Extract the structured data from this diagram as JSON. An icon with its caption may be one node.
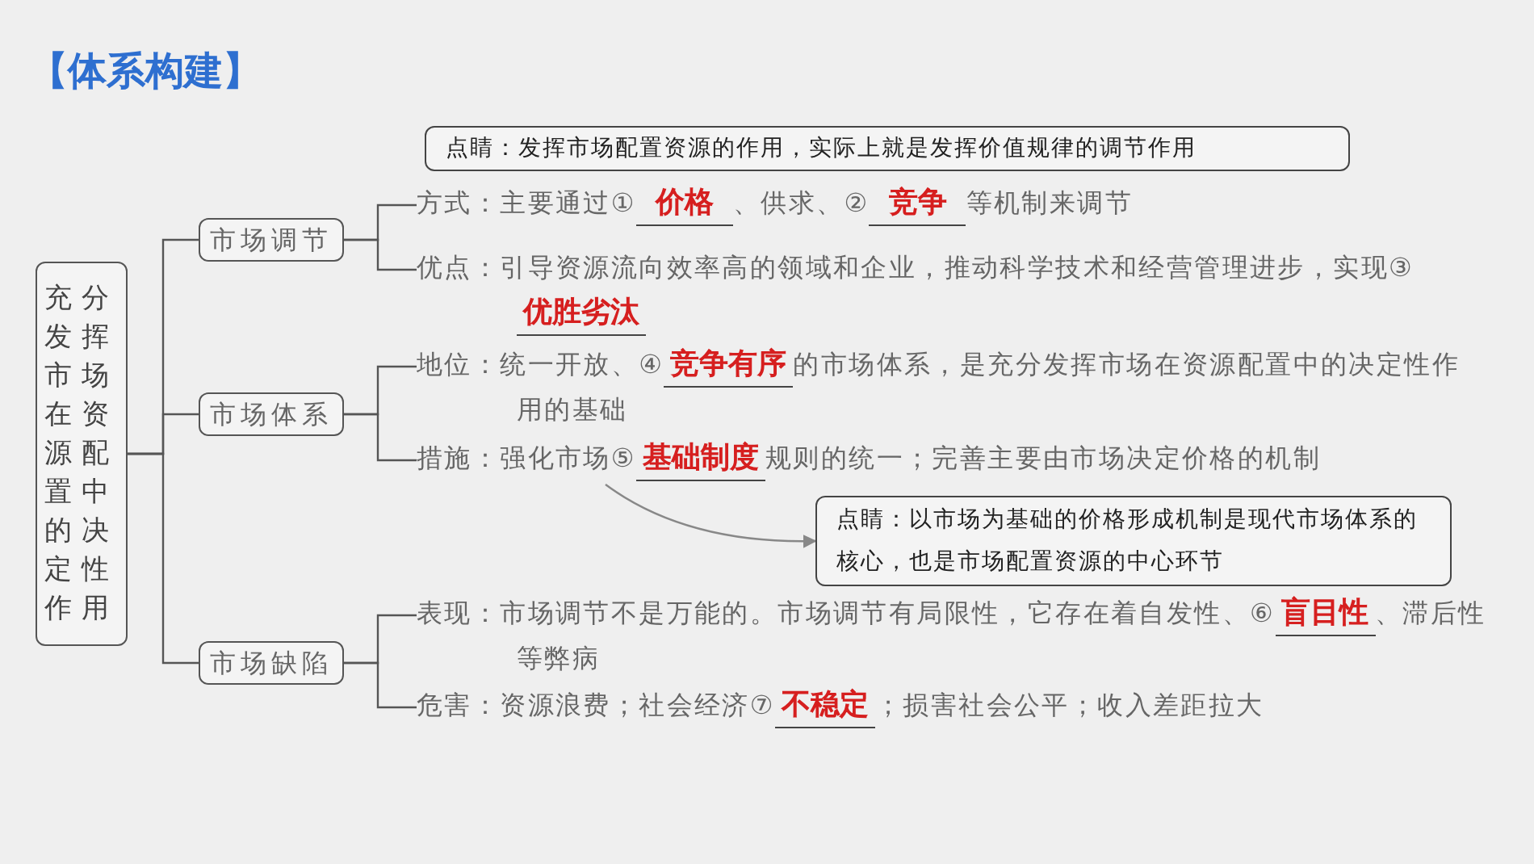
{
  "diagram": {
    "title": "【体系构建】",
    "nodes": [
      {
        "text": [
          "充分发挥市场在资源配置中的决定性作用"
        ]
      },
      {
        "text": [
          "市场调节"
        ]
      },
      {
        "text": [
          "市场体系"
        ]
      },
      {
        "text": [
          "市场缺陷"
        ]
      },
      {
        "text": [
          "点睛：发挥市场配置资源的作用，实际上就是发挥价值规律的调节作用"
        ]
      },
      {
        "text": [
          "方式：主要通过①",
          "价格",
          "、供求、②",
          "竞争",
          "等机制来调节"
        ]
      },
      {
        "text": [
          "优点：引导资源流向效率高的领域和企业，推动科学技术和经营管理进步，实现③",
          "优胜劣汰"
        ]
      },
      {
        "text": [
          "地位：统一开放、④",
          "竞争有序",
          "的市场体系，是充分发挥市场在资源配置中的决定性作用的基础"
        ]
      },
      {
        "text": [
          "措施：强化市场⑤",
          "基础制度",
          "规则的统一；完善主要由市场决定价格的机制"
        ]
      },
      {
        "text": [
          "点睛：以市场为基础的价格形成机制是现代市场体系的核心，也是市场配置资源的中心环节"
        ]
      },
      {
        "text": [
          "表现：市场调节不是万能的。市场调节有局限性，它存在着自发性、⑥",
          "盲目性",
          "、滞后性等弊病"
        ]
      },
      {
        "text": [
          "危害：资源浪费；社会经济⑦",
          "不稳定",
          "；损害社会公平；收入差距拉大"
        ]
      }
    ],
    "edges": [
      {
        "from": 0,
        "to": 1,
        "arrow": "none"
      },
      {
        "from": 0,
        "to": 2,
        "arrow": "none"
      },
      {
        "from": 0,
        "to": 3,
        "arrow": "none"
      },
      {
        "from": 1,
        "to": 5,
        "arrow": "none"
      },
      {
        "from": 1,
        "to": 6,
        "arrow": "none"
      },
      {
        "from": 2,
        "to": 7,
        "arrow": "none"
      },
      {
        "from": 2,
        "to": 8,
        "arrow": "none"
      },
      {
        "from": 3,
        "to": 10,
        "arrow": "none"
      },
      {
        "from": 3,
        "to": 11,
        "arrow": "none"
      },
      {
        "from": 8,
        "to": 9,
        "arrow": "to",
        "color": "#888888"
      }
    ]
  }
}
